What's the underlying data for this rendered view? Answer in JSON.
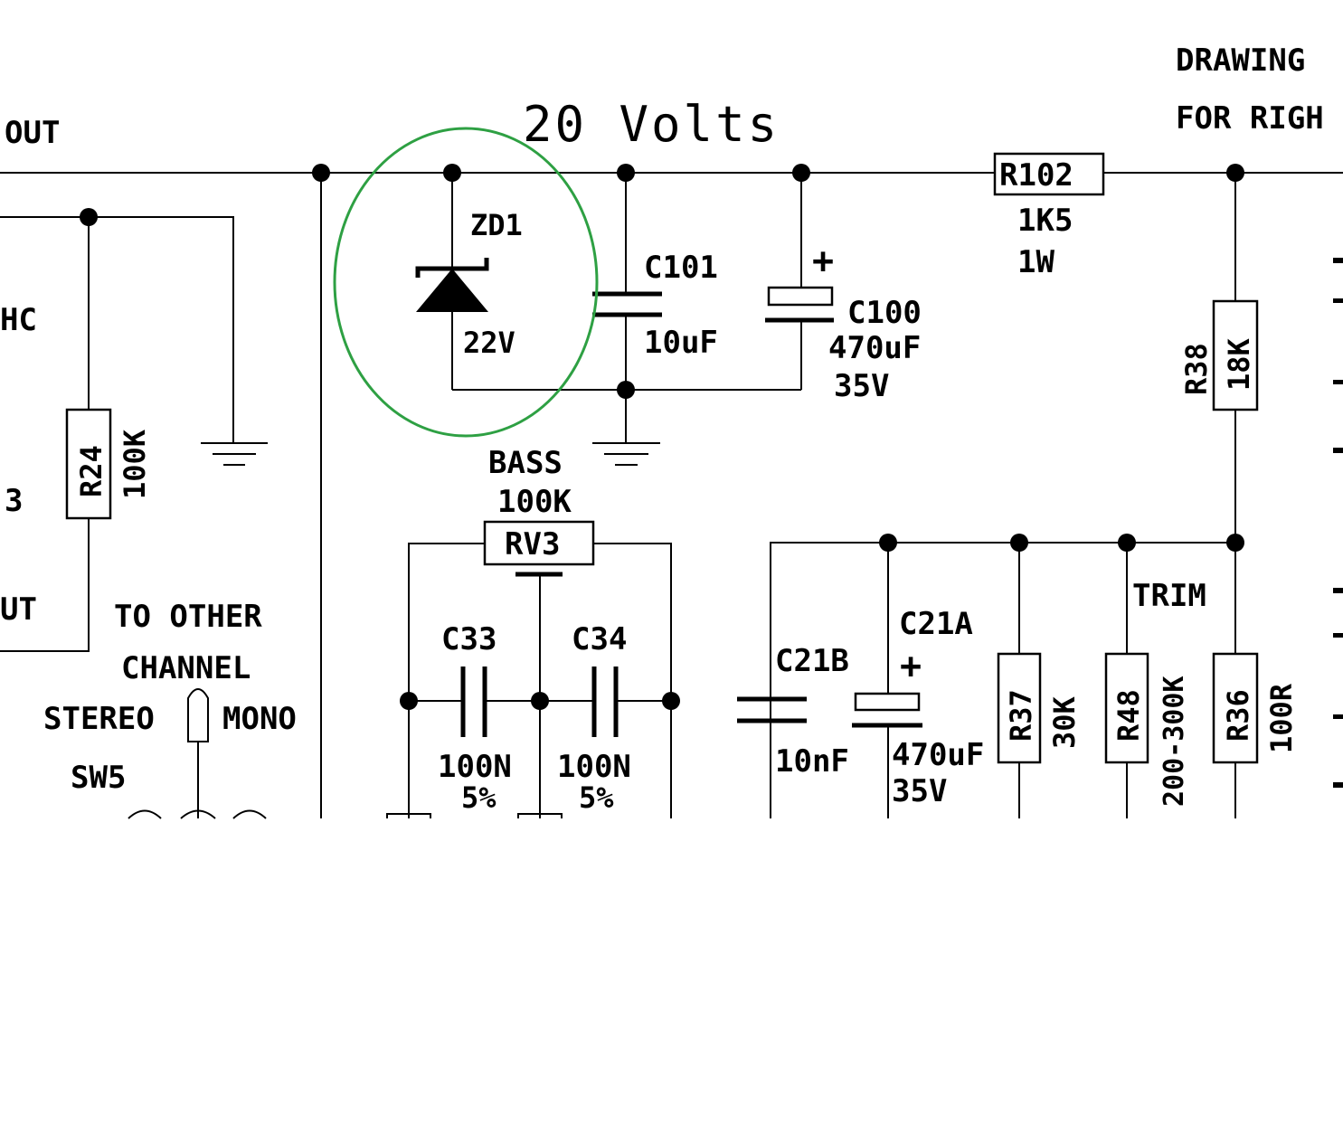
{
  "header": {
    "voltage": "20 Volts",
    "drawing_line1": "DRAWING",
    "drawing_line2": "FOR RIGH"
  },
  "left_partial": {
    "out_top": "OUT",
    "hc": "HC",
    "three": "3",
    "ut": "UT"
  },
  "components": {
    "zd1": {
      "ref": "ZD1",
      "value": "22V"
    },
    "c101": {
      "ref": "C101",
      "value": "10uF"
    },
    "c100": {
      "ref": "C100",
      "value": "470uF",
      "rating": "35V",
      "plus": "+"
    },
    "r102": {
      "ref": "R102",
      "value": "1K5",
      "rating": "1W"
    },
    "r24": {
      "ref": "R24",
      "value": "100K"
    },
    "r38": {
      "ref": "R38",
      "value": "18K"
    },
    "rv3": {
      "name": "BASS",
      "value": "100K",
      "ref": "RV3"
    },
    "c33": {
      "ref": "C33",
      "value": "100N",
      "tol": "5%"
    },
    "c34": {
      "ref": "C34",
      "value": "100N",
      "tol": "5%"
    },
    "c21b": {
      "ref": "C21B",
      "value": "10nF"
    },
    "c21a": {
      "ref": "C21A",
      "value": "470uF",
      "rating": "35V",
      "plus": "+"
    },
    "r37": {
      "ref": "R37",
      "value": "30K"
    },
    "r48": {
      "ref": "R48",
      "value": "200-300K",
      "name": "TRIM"
    },
    "r36": {
      "ref": "R36",
      "value": "100R"
    }
  },
  "switch": {
    "note1": "TO OTHER",
    "note2": "CHANNEL",
    "stereo": "STEREO",
    "mono": "MONO",
    "ref": "SW5"
  },
  "annotation_color": "#2ea043"
}
